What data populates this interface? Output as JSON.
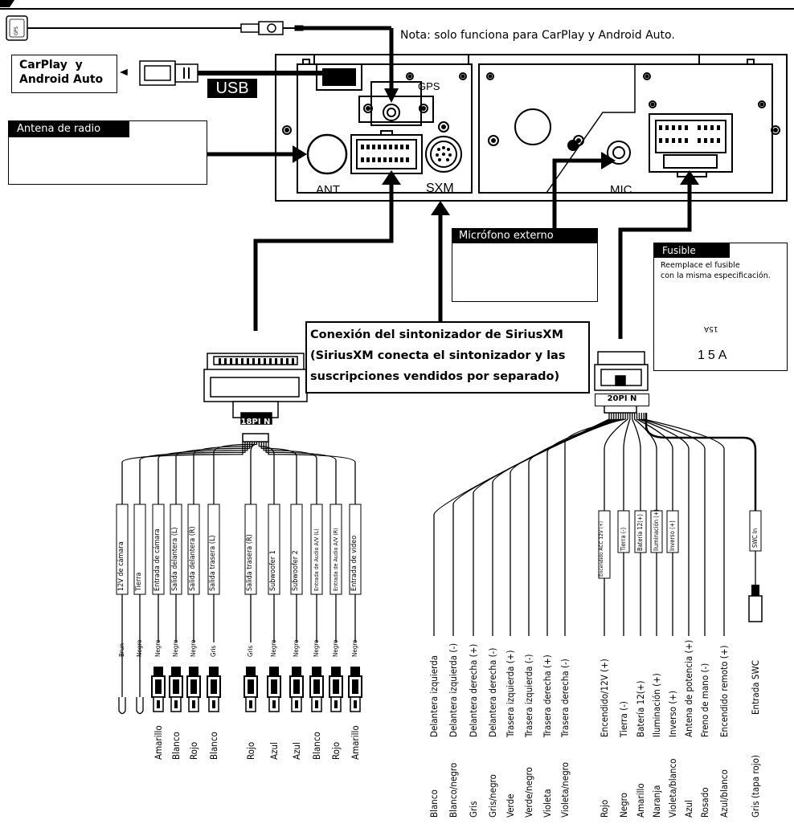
{
  "nota": "Nota: solo funciona para CarPlay y Android Auto.",
  "carplay": "CarPlay  y\nAndroid Auto",
  "usb": "USB",
  "gps": "GPS",
  "antena_radio": "Antena de radio",
  "ant": "ANT",
  "sxm": "SXM",
  "mic": "MIC",
  "microfono": "Micrófono externo",
  "fusible": {
    "title": "Fusible",
    "text": "Reemplace el fusible\ncon la misma especificación.",
    "rating": "15A",
    "fuse_mark": "15A"
  },
  "siriusxm": "Conexión del sintonizador de SiriusXM\n(SiriusXM conecta el sintonizador y las\nsuscripciones vendidos por separado)",
  "pin18": "18PI N",
  "pin20": "20PI N",
  "gps_plug": "GPS",
  "left_wires": [
    {
      "box": "12V de cámara",
      "color_small": "Brun",
      "color": ""
    },
    {
      "box": "Tierra",
      "color_small": "Negro",
      "color": ""
    },
    {
      "box": "Entrada de cámara",
      "color_small": "Negro",
      "color": "Amarillo"
    },
    {
      "box": "Salida delantera (L)",
      "color_small": "Negro",
      "color": "Blanco"
    },
    {
      "box": "Salida delantera (R)",
      "color_small": "Negro",
      "color": "Rojo"
    },
    {
      "box": "Salida trasera (L)",
      "color_small": "Gris",
      "color": "Blanco"
    },
    {
      "box": "Salida trasera (R)",
      "color_small": "Gris",
      "color": "Rojo"
    },
    {
      "box": "Subwoofer 1",
      "color_small": "Negro",
      "color": "Azul"
    },
    {
      "box": "Subwoofer 2",
      "color_small": "Negro",
      "color": "Azul"
    },
    {
      "box": "Entrada de Audio A/V (L)",
      "color_small": "Negro",
      "color": "Blanco"
    },
    {
      "box": "Entrada de Audio A/V (R)",
      "color_small": "Negro",
      "color": "Rojo"
    },
    {
      "box": "Entrada de video",
      "color_small": "Negro",
      "color": "Amarillo"
    }
  ],
  "speaker_wires": [
    {
      "func": "Delantera izquierda",
      "color": "Blanco"
    },
    {
      "func": "Delantera izquierda (-)",
      "color": "Blanco/negro"
    },
    {
      "func": "Delantera derecha (+)",
      "color": "Gris"
    },
    {
      "func": "Delantera derecha (-)",
      "color": "Gris/negro"
    },
    {
      "func": "Trasera izquierda (+)",
      "color": "Verde"
    },
    {
      "func": "Trasera izquierda (-)",
      "color": "Verde/negro"
    },
    {
      "func": "Trasera derecha (+)",
      "color": "Violeta"
    },
    {
      "func": "Trasera derecha (-)",
      "color": "Violeta/negro"
    }
  ],
  "power_wires": [
    {
      "func": "Encendido/12V (+)",
      "color": "Rojo",
      "box": "Encendido ACC 12V (+)"
    },
    {
      "func": "Tierra (-)",
      "color": "Negro",
      "box": "Tierra (-)"
    },
    {
      "func": "Batería 12(+)",
      "color": "Amarillo",
      "box": "Batería 12(+)"
    },
    {
      "func": "Iluminación (+)",
      "color": "Naranja",
      "box": "Iluminación (+)"
    },
    {
      "func": "Inverso (+)",
      "color": "Violeta/blanco",
      "box": "Inverso (+)"
    },
    {
      "func": "Antena de potencia (+)",
      "color": "Azul",
      "box": ""
    },
    {
      "func": "Freno de mano (-)",
      "color": "Rosado",
      "box": ""
    },
    {
      "func": "Encendido remoto (+)",
      "color": "Azul/blanco",
      "box": ""
    }
  ],
  "swc": {
    "func": "Entrada SWC",
    "color": "Gris (tapa rojo)",
    "box": "SWC In"
  }
}
